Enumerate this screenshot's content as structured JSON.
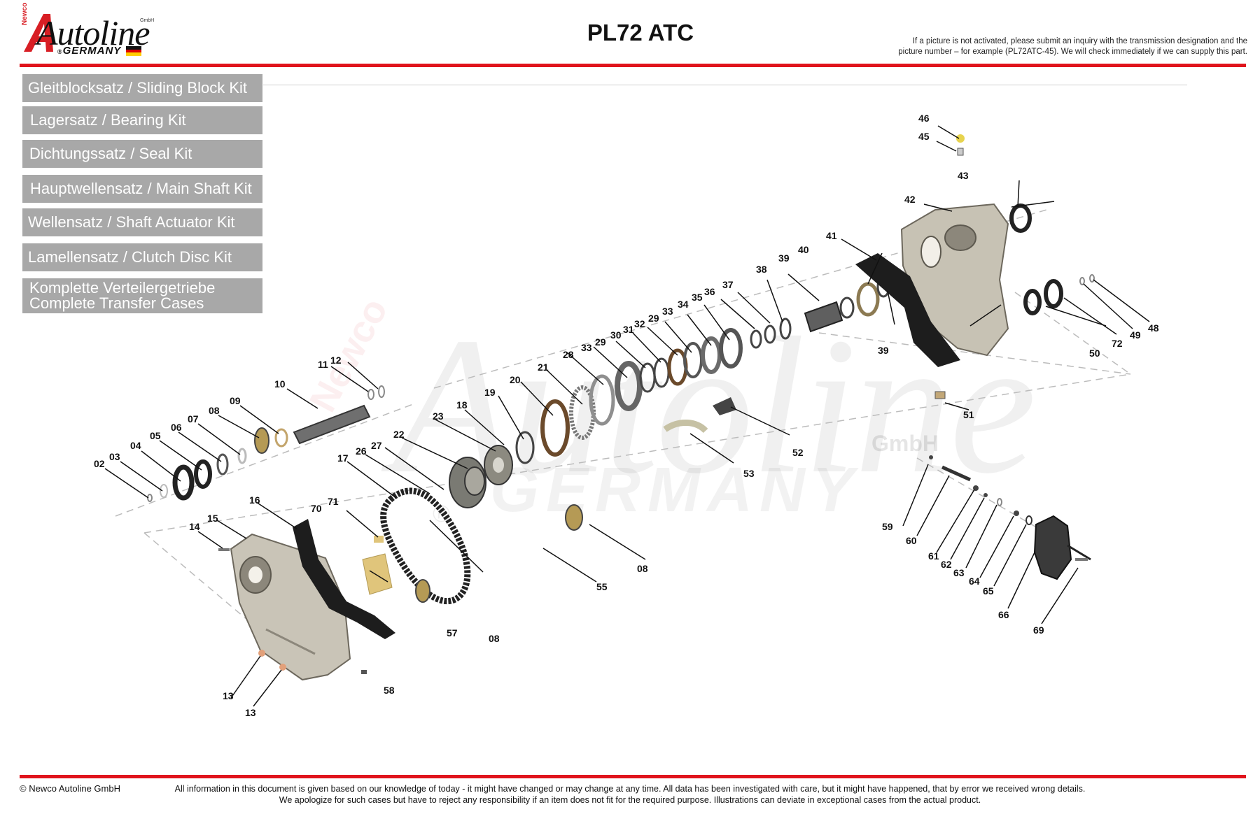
{
  "header": {
    "title": "PL72 ATC",
    "notice_line1": "If a picture is not activated, please submit an inquiry with the transmission designation and the",
    "notice_line2": "picture number – for example (PL72ATC-45). We will check immediately if we can supply this part."
  },
  "logo": {
    "word": "Autoline",
    "prefix": "Newco",
    "suffix": "GmbH",
    "country": "GERMANY",
    "registered": "®"
  },
  "colors": {
    "accent_red": "#e0141c",
    "button_gray": "#a8a8a8",
    "flag_black": "#111111",
    "flag_red": "#dd0000",
    "flag_gold": "#ffce00"
  },
  "kits": [
    {
      "label": "Gleitblocksatz / Sliding Block Kit"
    },
    {
      "label": "Lagersatz / Bearing Kit"
    },
    {
      "label": "Dichtungssatz / Seal Kit"
    },
    {
      "label": "Hauptwellensatz / Main Shaft Kit"
    },
    {
      "label": "Wellensatz / Shaft Actuator Kit"
    },
    {
      "label": "Lamellensatz / Clutch Disc Kit"
    },
    {
      "line1": "Komplette Verteilergetriebe",
      "line2": "Complete Transfer Cases"
    }
  ],
  "watermark": {
    "word": "Autoline",
    "gmbh": "GmbH",
    "country": "GERMANY",
    "newco": "Newco",
    "registered": "®"
  },
  "callouts": [
    "02",
    "03",
    "04",
    "05",
    "06",
    "07",
    "08",
    "09",
    "10",
    "11",
    "12",
    "13",
    "13",
    "14",
    "15",
    "16",
    "17",
    "18",
    "19",
    "20",
    "21",
    "22",
    "23",
    "26",
    "27",
    "28",
    "29",
    "30",
    "31",
    "32",
    "29",
    "33",
    "33",
    "34",
    "35",
    "36",
    "37",
    "38",
    "39",
    "40",
    "41",
    "42",
    "43",
    "45",
    "46",
    "39",
    "48",
    "49",
    "72",
    "50",
    "51",
    "52",
    "53",
    "08",
    "55",
    "57",
    "08",
    "58",
    "59",
    "60",
    "61",
    "62",
    "63",
    "64",
    "65",
    "66",
    "69",
    "70",
    "71"
  ],
  "footer": {
    "copyright": "© Newco Autoline GmbH",
    "disclaimer_line1": "All information in this document is given based on our knowledge of today - it might have changed or may change at any time. All data has been investigated with care, but it might have happened, that by error we received wrong details.",
    "disclaimer_line2": "We apologize for such cases but have to reject any responsibility if an item does not fit for the required purpose. Illustrations can deviate in exceptional cases from the actual product."
  }
}
